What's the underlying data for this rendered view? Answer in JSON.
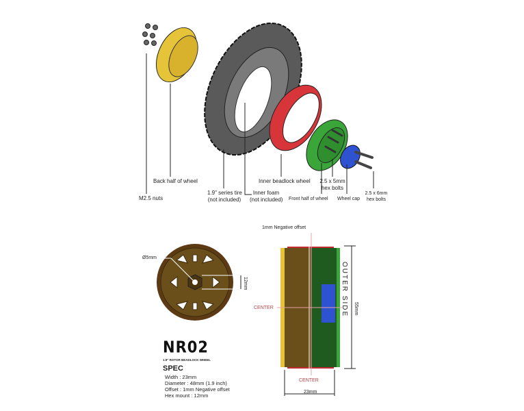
{
  "exploded_view": {
    "labels": {
      "m25_nuts": "M2.5 nuts",
      "back_half": "Back half of wheel",
      "tire_line1": "1.9\" series tire",
      "tire_line2": "(not included)",
      "foam_line1": "Inner foam",
      "foam_line2": "(not included)",
      "beadlock": "Inner beadlock wheel",
      "front_half": "Front half of wheel",
      "bolts5_line1": "2.5 x 5mm",
      "bolts5_line2": "hex bolts",
      "wheel_cap": "Wheel cap",
      "bolts6_line1": "2.5 x 6mm",
      "bolts6_line2": "hex bolts"
    }
  },
  "front_view": {
    "hole_label": "Ø5mm",
    "hex_label": "12mm"
  },
  "section_view": {
    "offset_label": "1mm Negative offset",
    "center_left": "CENTER",
    "center_bottom": "CENTER",
    "outer_side": "OUTER  SIDE",
    "height_label": "55mm",
    "width_label": "23mm"
  },
  "product": {
    "logo": "NR02",
    "tagline": "1.9\" ROTOR BEADLOCK WHEEL",
    "spec_title": "SPEC",
    "specs": [
      "Width : 23mm",
      "Diameter : 48mm (1.9 inch)",
      "Offset : 1mm Negative offset",
      "Hex mount : 12mm"
    ]
  },
  "colors": {
    "yellow": "#e6c43a",
    "tire": "#555555",
    "red": "#d8353a",
    "green": "#3aa63a",
    "blue": "#2f52d0",
    "bronze": "#6b4f1a"
  }
}
